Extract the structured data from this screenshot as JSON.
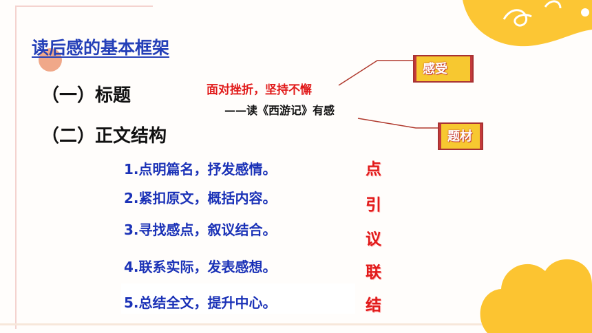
{
  "title": "读后感的基本框架",
  "section1": "（一）标题",
  "section2": "（二）正文结构",
  "example_title": "面对挫折，坚持不懈",
  "example_subtitle": "——读《西游记》有感",
  "tags": {
    "feeling": "感受",
    "subject": "题材"
  },
  "items": [
    "1.点明篇名，抒发感情。",
    "2.紧扣原文，概括内容。",
    "3.寻找感点，叙议结合。",
    "4.联系实际，发表感想。",
    "5.总结全文，提升中心。"
  ],
  "side_chars": [
    "点",
    "引",
    "议",
    "联",
    "结"
  ],
  "colors": {
    "accent_blue": "#1b32b7",
    "accent_red": "#e11a1a",
    "tag_yellow": "#f7c830",
    "deco_orange": "#fcc431"
  }
}
